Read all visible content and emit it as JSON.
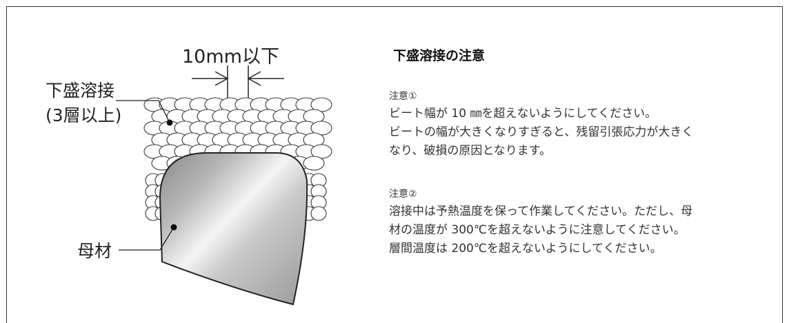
{
  "diagram": {
    "dimension_label": "10mm以下",
    "weld_label_line1": "下盛溶接",
    "weld_label_line2": "(3層以上)",
    "base_label": "母材"
  },
  "notes": {
    "title": "下盛溶接の注意",
    "note1": {
      "heading": "注意①",
      "lines": [
        "ビート幅が 10 ㎜を超えないようにしてください。",
        "ビートの幅が大きくなりすぎると、残留引張応力が大きく",
        "なり、破損の原因となります。"
      ]
    },
    "note2": {
      "heading": "注意②",
      "lines": [
        "溶接中は予熱温度を保って作業してください。ただし、母",
        "材の温度が 300℃を超えないように注意してください。",
        "層間温度は 200℃を超えないようにしてください。"
      ]
    }
  }
}
